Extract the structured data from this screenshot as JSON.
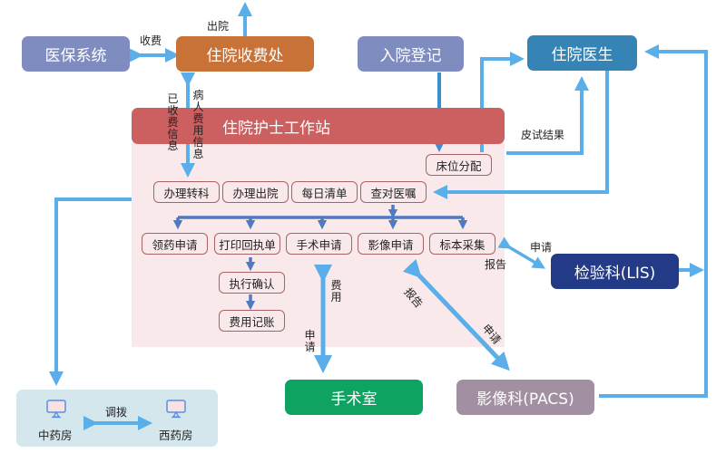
{
  "nodes": {
    "medical_insurance": "医保系统",
    "billing_office": "住院收费处",
    "admission": "入院登记",
    "doctor": "住院医生",
    "nurse_station": "住院护士工作站",
    "lab": "检验科(LIS)",
    "surgery": "手术室",
    "imaging": "影像科(PACS)",
    "chinese_pharmacy": "中药房",
    "western_pharmacy": "西药房"
  },
  "station_tasks": {
    "bed_assignment": "床位分配",
    "row1": [
      "办理转科",
      "办理出院",
      "每日清单",
      "查对医嘱"
    ],
    "row2": [
      "领药申请",
      "打印回执单",
      "手术申请",
      "影像申请",
      "标本采集"
    ],
    "execute_confirm": "执行确认",
    "fee_posting": "费用记账"
  },
  "edge_labels": {
    "discharge": "出院",
    "charge": "收费",
    "charged_info": "已收费信息",
    "patient_fee_info": "病人费用信息",
    "skin_test_result": "皮试结果",
    "lab_request": "申请",
    "lab_report": "报告",
    "surgery_fee": "费用",
    "surgery_request": "申请",
    "imaging_report": "报告",
    "imaging_request": "申请",
    "transfer": "调拨"
  },
  "colors": {
    "arrow": "#5aaeea",
    "arrow_dark": "#3b8fcf",
    "tree_arrow": "#4f79c0",
    "medical_insurance": "#7f8cc0",
    "billing_office": "#c87238",
    "admission": "#7f8cc0",
    "doctor": "#3684b6",
    "nurse_station": "#cc5f60",
    "lab": "#233a86",
    "surgery": "#0fa362",
    "imaging": "#a28fa1",
    "pharmacy_bg": "#d3e7ec"
  }
}
